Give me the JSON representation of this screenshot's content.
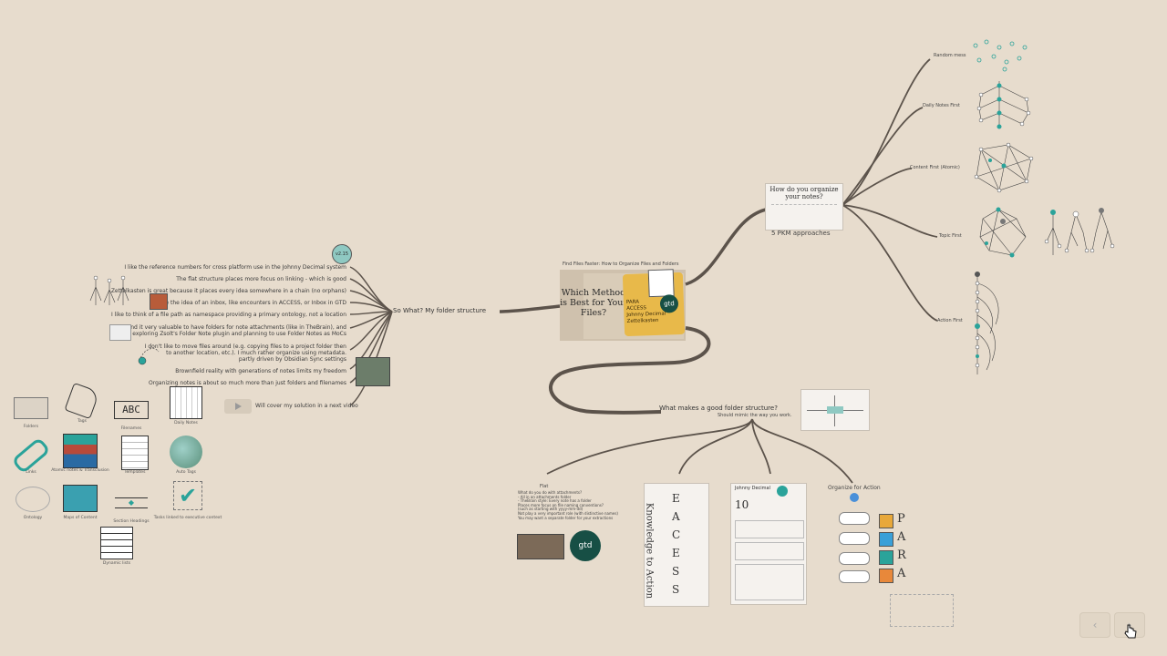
{
  "center": {
    "caption": "Find Files Faster: How to Organize Files and Folders",
    "title": "Which Method is Best for Your Files?",
    "sticker_lines": [
      "PARA",
      "ACCESS",
      "Johnny Decimal",
      "Zettelkasten"
    ]
  },
  "branches": {
    "organize_notes": {
      "title": "How do you organize your notes?",
      "subtitle": "5 PKM approaches"
    },
    "approaches": [
      "Random mess",
      "Daily Notes First",
      "Content First (Atomic)",
      "Topic First",
      "Action First"
    ],
    "my_structure": {
      "title": "So What? My folder structure"
    },
    "good_structure": {
      "title": "What makes a good folder structure?",
      "subtitle": "Should mimic the way you work."
    }
  },
  "my_points": [
    "I like the reference numbers for cross platform use in the Johnny Decimal system",
    "The flat structure places more focus on linking - which is good",
    "Zettelkasten is great because it places every idea somewhere in a chain (no orphans)",
    "I like the idea of an inbox, like encounters in ACCESS, or Inbox in GTD",
    "I like to think of a file path as namespace providing a primary ontology, not a location",
    "I find it very valuable to have folders for note attachments (like in TheBrain), and",
    "I am exploring Zsolt's Folder Note plugin and planning to use Folder Notes as MoCs",
    "I don't like to move files around (e.g. copying files to a project folder then",
    "to another location, etc.). I much rather organize using metadata.",
    "partly driven by Obsidian Sync settings",
    "Brownfield reality with generations of notes limits my freedom",
    "Organizing notes is about so much more than just folders and filenames",
    "Will cover my solution in a next video"
  ],
  "badge": "v2.15",
  "tools": [
    {
      "icon": "folder-icon",
      "label": "Folders"
    },
    {
      "icon": "tag-icon",
      "label": "Tags"
    },
    {
      "icon": "abc-icon",
      "label": "Filenames"
    },
    {
      "icon": "calendar-icon",
      "label": "Daily Notes"
    },
    {
      "icon": "link-icon",
      "label": "Links"
    },
    {
      "icon": "atomic-notes-icon",
      "label": "Atomic notes & Transclusion"
    },
    {
      "icon": "template-icon",
      "label": "Templates"
    },
    {
      "icon": "globe-icon",
      "label": "Auto Tags"
    },
    {
      "icon": "brain-icon",
      "label": "Ontology"
    },
    {
      "icon": "map-icon",
      "label": "Maps of Content"
    },
    {
      "icon": "section-icon",
      "label": "Section Headings"
    },
    {
      "icon": "check-icon",
      "label": "Tasks linked to executive context"
    },
    {
      "icon": "table-icon",
      "label": "Dynamic lists"
    }
  ],
  "flat": {
    "title": "Flat",
    "lines": [
      "What do you do with attachments?",
      "- All in an attachments folder",
      "- TheBrain style: Every note has a folder",
      "Places more focus on file naming conventions?",
      "(such as starting with yyyy-mm-dd)",
      "Not play a very important role (with distinctive names)",
      "You may want a separate folder for your extractions"
    ]
  },
  "knowledge_to_action": {
    "vertical_title": "Knowledge to Action",
    "letters": [
      "E",
      "A",
      "C",
      "E",
      "S",
      "S"
    ]
  },
  "johnny": {
    "title": "Johnny Decimal",
    "number": "10"
  },
  "organize_for_action": {
    "title": "Organize for Action",
    "letters": [
      "P",
      "A",
      "R",
      "A"
    ]
  },
  "colors": {
    "background": "#e7dccd",
    "accent": "#2aa39a",
    "branch": "#5c534b",
    "sticker": "#e8b94a"
  }
}
